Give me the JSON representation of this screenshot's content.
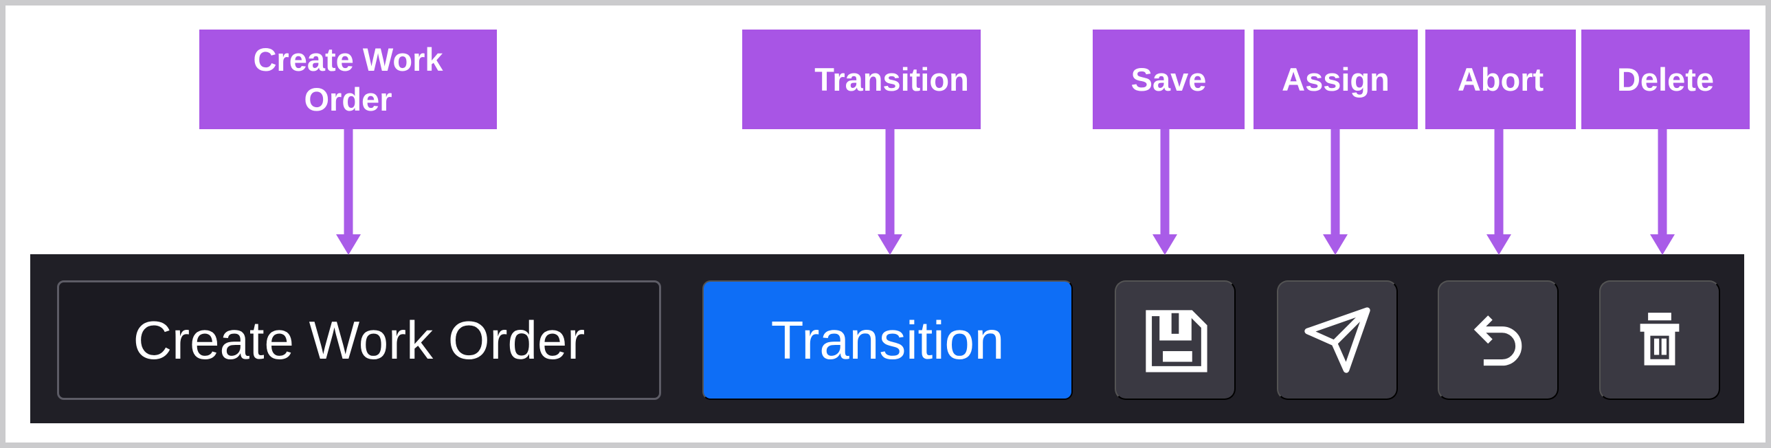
{
  "colors": {
    "annotation-purple": "#a855e5",
    "arrow-purple": "#a95ce8",
    "toolbar-bg": "#201f26",
    "button-dark-bg": "#1b1a21",
    "button-dark-border": "#5d5c66",
    "primary-blue": "#0e6ef6",
    "icon-button-bg": "#3a3942",
    "frame-border": "#cbcbcd",
    "text-on-dark": "#ffffff"
  },
  "annotations": [
    {
      "label": "Create Work Order",
      "target": "create-work-order-button"
    },
    {
      "label": "Transition",
      "target": "transition-button"
    },
    {
      "label": "Save",
      "target": "save-button"
    },
    {
      "label": "Assign",
      "target": "assign-button"
    },
    {
      "label": "Abort",
      "target": "abort-button"
    },
    {
      "label": "Delete",
      "target": "delete-button"
    }
  ],
  "toolbar": {
    "create_button": {
      "label": "Create Work Order"
    },
    "transition_button": {
      "label": "Transition"
    },
    "icon_buttons": [
      {
        "name": "save",
        "icon": "save-icon"
      },
      {
        "name": "assign",
        "icon": "send-icon"
      },
      {
        "name": "abort",
        "icon": "undo-icon"
      },
      {
        "name": "delete",
        "icon": "trash-icon"
      }
    ]
  }
}
